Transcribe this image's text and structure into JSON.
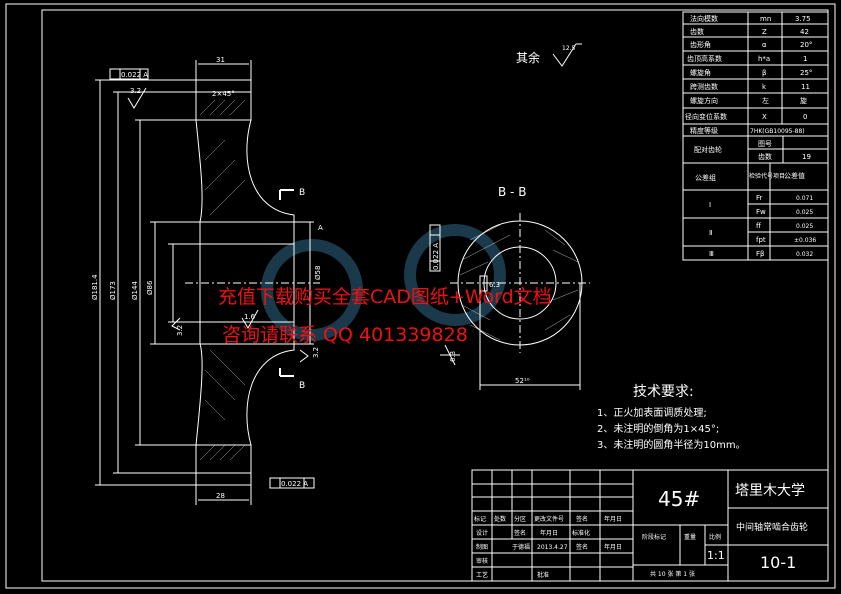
{
  "params": [
    {
      "name": "法向模数",
      "symbol": "mn",
      "value": "3.75"
    },
    {
      "name": "齿数",
      "symbol": "Z",
      "value": "42"
    },
    {
      "name": "齿形角",
      "symbol": "α",
      "value": "20°"
    },
    {
      "name": "齿顶高系数",
      "symbol": "h*a",
      "value": "1"
    },
    {
      "name": "螺旋角",
      "symbol": "β",
      "value": "25°"
    },
    {
      "name": "跨测齿数",
      "symbol": "k",
      "value": "11"
    },
    {
      "name": "螺旋方向",
      "symbol": "左",
      "value": "旋"
    },
    {
      "name": "径向变位系数",
      "symbol": "X",
      "value": "0"
    },
    {
      "name": "精度等级",
      "symbol": "",
      "value": "7HK(GB10095-88)"
    }
  ],
  "mating": {
    "label": "配对齿轮",
    "rows": [
      {
        "k": "图号",
        "v": ""
      },
      {
        "k": "齿数",
        "v": "19"
      }
    ]
  },
  "tolerance": {
    "header": {
      "group": "公差组",
      "item": "检验代号项目",
      "value": "公差值"
    },
    "groups": [
      {
        "name": "Ⅰ",
        "rows": [
          {
            "code": "Fr",
            "value": "0.071"
          },
          {
            "code": "Fw",
            "value": "0.025"
          }
        ]
      },
      {
        "name": "Ⅱ",
        "rows": [
          {
            "code": "ff",
            "value": "0.025"
          },
          {
            "code": "fpt",
            "value": "±0.036"
          }
        ]
      },
      {
        "name": "Ⅲ",
        "rows": [
          {
            "code": "Fβ",
            "value": "0.032"
          }
        ]
      }
    ]
  },
  "roughness": {
    "label": "其余",
    "value": "12.5"
  },
  "section": {
    "label": "B - B",
    "cut": "B"
  },
  "dims": {
    "top_width": "31",
    "bottom_width": "28",
    "chamfer": "2×45°",
    "d1": "Ø181.4",
    "d2": "Ø173",
    "d3": "Ø144",
    "d4": "Ø86",
    "d5": "Ø58",
    "r1": "3.2",
    "r2": "1.6",
    "r3": "3.2",
    "r4": "3.2",
    "key_width": "52¹⁰",
    "key_depth": "6.3",
    "key_r": "6.3",
    "tol_top": "0.022 A",
    "tol_bottom": "0.022 A",
    "tol_side": "0.022 A",
    "datum": "A"
  },
  "requirements": {
    "title": "技术要求:",
    "items": [
      "1、正火加表面调质处理;",
      "2、未注明的倒角为1×45°;",
      "3、未注明的圆角半径为10mm。"
    ]
  },
  "title_block": {
    "material": "45#",
    "university": "塔里木大学",
    "drawing_name": "中间轴常啮合齿轮",
    "scale_label": "比例",
    "scale": "1:1",
    "weight_label": "重量",
    "stage_label": "阶段标记",
    "sheet_text": "共 10 张  第 1 张",
    "number": "10-1",
    "rev_headers": [
      "标记",
      "处数",
      "分区",
      "更改文件号",
      "签名",
      "年月日"
    ],
    "roles": [
      "设计",
      "制图",
      "审核",
      "工艺"
    ],
    "role_extra": [
      "签名",
      "年月日",
      "标准化",
      "签名",
      "年月日"
    ],
    "designer": "于德福",
    "date": "2013.4.27",
    "approve": "批准"
  },
  "watermark": {
    "line1": "充值下载购买全套CAD图纸+Word文档",
    "line2": "咨询请联系 QQ 401339828"
  }
}
